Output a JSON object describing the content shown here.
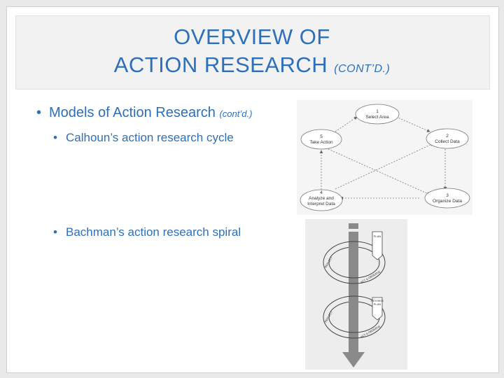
{
  "title": {
    "line1": "OVERVIEW OF",
    "line2": "ACTION RESEARCH",
    "suffix": "(CONT’D.)"
  },
  "bullets": {
    "main": "Models of Action Research",
    "main_suffix": "(cont’d.)",
    "cycle": "Calhoun’s action research cycle",
    "spiral": "Bachman’s action research spiral"
  },
  "cycle_diagram": {
    "steps": [
      {
        "num": "1",
        "label": "Select Area"
      },
      {
        "num": "2",
        "label": "Collect Data"
      },
      {
        "num": "3",
        "label": "Organize Data"
      },
      {
        "num": "4",
        "label": "Analyze and",
        "label2": "Interpret Data"
      },
      {
        "num": "5",
        "label": "Take Action"
      }
    ]
  },
  "spiral_diagram": {
    "plan": "PLAN",
    "revised_plan": "REVISED",
    "revised_plan2": "PLAN",
    "reflect": "REFLECT",
    "act_observe": "ACT & OBSERVE"
  },
  "colors": {
    "accent": "#2e6fba",
    "band": "#f2f2f2",
    "background": "#e9e9e9"
  }
}
